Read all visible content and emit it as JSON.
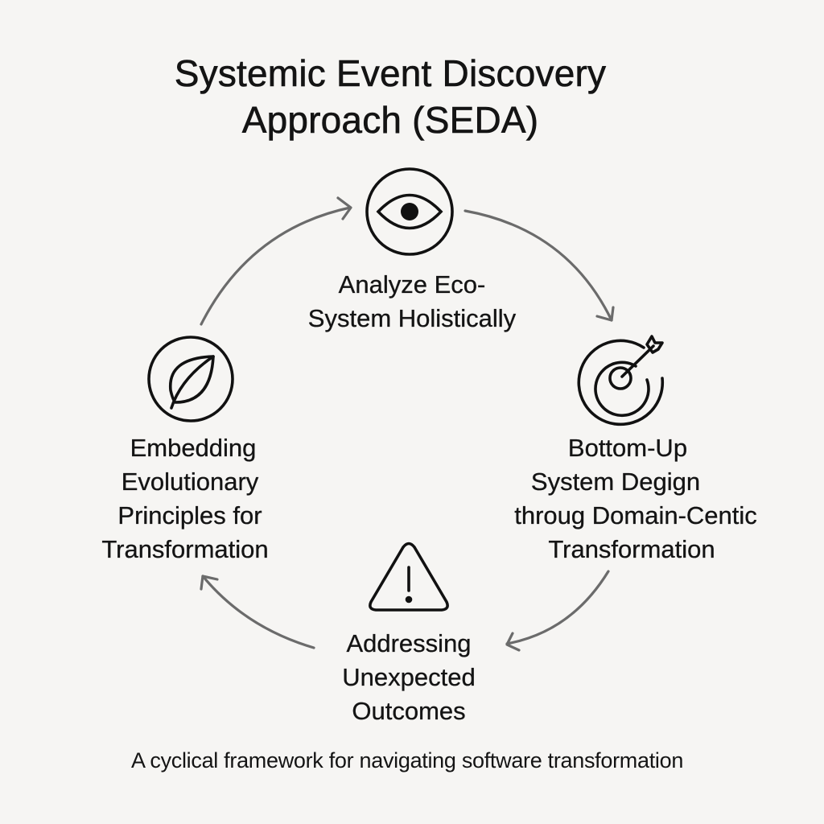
{
  "title": {
    "line1": "Systemic Event Discovery",
    "line2": "Approach (SEDA)"
  },
  "colors": {
    "background": "#f6f5f3",
    "text": "#141414",
    "icon_stroke": "#111111",
    "arrow": "#6b6b6b"
  },
  "stages": [
    {
      "id": "analyze",
      "icon": "eye-icon",
      "lines": [
        "Analyze Eco-",
        "System Holistically"
      ]
    },
    {
      "id": "bottom-up",
      "icon": "target-arrow-icon",
      "lines": [
        "Bottom-Up",
        "System Degign",
        "throug Domain-Centic",
        "Transformation"
      ]
    },
    {
      "id": "addressing",
      "icon": "warning-triangle-icon",
      "lines": [
        "Addressing",
        "Unexpected",
        "Outcomes"
      ]
    },
    {
      "id": "embedding",
      "icon": "leaf-icon",
      "lines": [
        "Embedding",
        "Evolutionary",
        "Principles for",
        "Transformation"
      ]
    }
  ],
  "cycle_arrows": [
    {
      "from": "embedding",
      "to": "analyze"
    },
    {
      "from": "analyze",
      "to": "bottom-up"
    },
    {
      "from": "bottom-up",
      "to": "addressing"
    },
    {
      "from": "addressing",
      "to": "embedding"
    }
  ],
  "subtitle": "A cyclical framework for navigating software transformation"
}
